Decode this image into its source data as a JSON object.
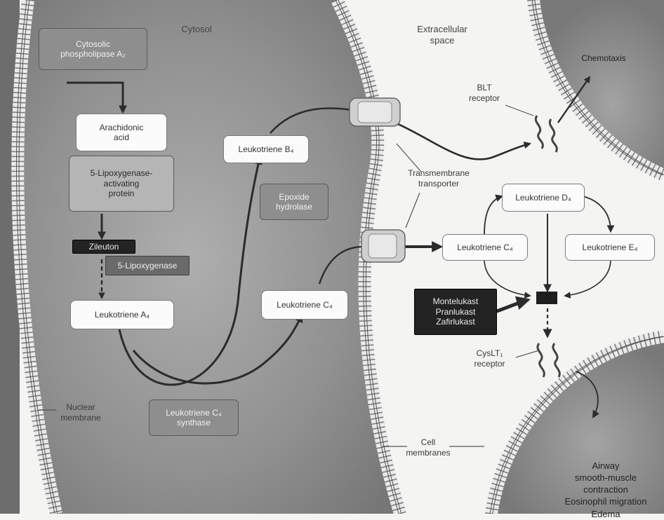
{
  "regions": {
    "cytosol": "Cytosol",
    "extracellular_space": "Extracellular\nspace"
  },
  "labels": {
    "nuclear_membrane": "Nuclear\nmembrane",
    "cell_membranes": "Cell\nmembranes",
    "transmembrane_transporter": "Transmembrane\ntransporter",
    "blt_receptor": "BLT\nreceptor",
    "cyslt1_receptor": "CysLT₁\nreceptor",
    "chemotaxis": "Chemotaxis"
  },
  "molecules": {
    "cytosolic_phospholipase": "Cytosolic\nphospholipase A₂",
    "arachidonic_acid": "Arachidonic\nacid",
    "flap": "5-Lipoxygenase-\nactivating\nprotein",
    "zileuton": "Zileuton",
    "five_lipoxygenase": "5-Lipoxygenase",
    "lta4": "Leukotriene A₄",
    "ltb4": "Leukotriene B₄",
    "epoxide_hydrolase": "Epoxide\nhydrolase",
    "ltc4_inner": "Leukotriene C₄",
    "ltc4_synthase": "Leukotriene C₄\nsynthase",
    "ltc4_outer": "Leukotriene C₄",
    "ltd4": "Leukotriene D₄",
    "lte4": "Leukotriene E₄",
    "drugs": "Montelukast\nPranlukast\nZafirlukast"
  },
  "outcome_text": "Airway\nsmooth-muscle\ncontraction\nEosinophil migration\nEdema",
  "colors": {
    "membrane": "#7d7d7d",
    "cytosol_shade": "#8a8a8a",
    "arrow": "#2b2b2b",
    "box_border": "#7a7a7a",
    "enzyme_fill": "#8e8e8e",
    "drug_fill": "#232323"
  }
}
